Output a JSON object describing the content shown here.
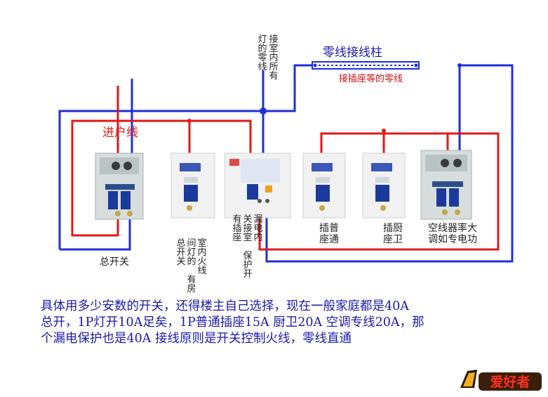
{
  "labels": {
    "lamp_neutral": "灯的零线",
    "indoor_all": "接室内所有",
    "zero_terminal": "零线接线柱",
    "zero_terminal_note": "接插座等的零线",
    "incoming_line": "进户线",
    "main_switch": "总开关",
    "lights": {
      "col1": "总开关",
      "col2": "间灯的",
      "col3": "室内火线",
      "col4": "有房"
    },
    "rcd": {
      "col1": "有插座",
      "col2": "关接室",
      "col3": "漏电内",
      "col4": "保护开"
    },
    "outlet_general": [
      "插普",
      "座通"
    ],
    "outlet_kitchen": [
      "插厨",
      "座卫"
    ],
    "aircon": {
      "line1": "空线器率大",
      "line2": "调如专电功"
    }
  },
  "description": [
    "具体用多少安数的开关，还得楼主自己选择，现在一般家庭都是40A",
    "总开，1P灯开10A足矣，1P普通插座15A 厨卫20A 空调专线20A，那",
    "个漏电保护也是40A  接线原则是开关控制火线，零线直通"
  ],
  "logo_text": "爱好者",
  "colors": {
    "neutral_wire": "#1f2fd6",
    "live_wire": "#e01818",
    "text_blue": "#1a1aa8",
    "text_red": "#cc1111"
  }
}
